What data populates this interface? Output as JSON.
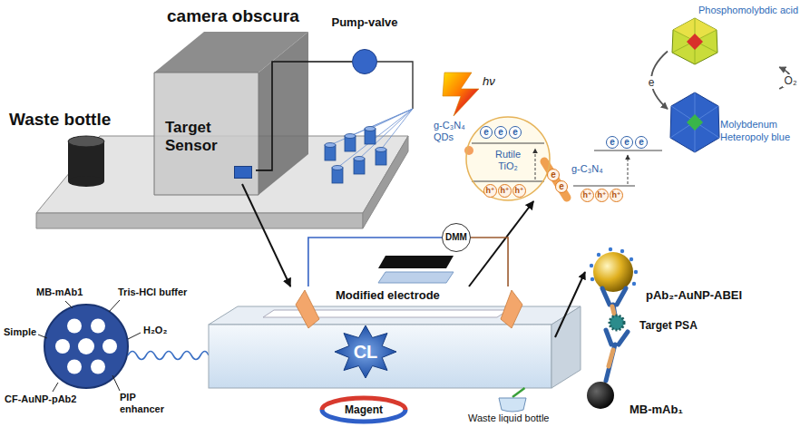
{
  "diagram": {
    "nodes": [
      {
        "text": [
          "camera obscura"
        ]
      },
      {
        "text": [
          "Target Sensor"
        ],
        "in": 0
      },
      {
        "text": [
          "Pump-valve"
        ]
      },
      {
        "text": [
          "Waste bottle"
        ]
      },
      {
        "text": [
          "Rutile TiO₂"
        ]
      },
      {
        "text": [
          "Phosphomolybdic acid"
        ]
      },
      {
        "text": [
          "Molybdenum Heteropoly blue"
        ]
      },
      {
        "text": [
          "DMM"
        ]
      },
      {
        "text": [
          "Modified electrode"
        ]
      },
      {
        "text": [
          "CL"
        ],
        "in": 8
      },
      {
        "text": [
          "Magent"
        ]
      },
      {
        "text": [
          "Waste liquid bottle"
        ]
      }
    ],
    "edges": [
      {
        "from": 2,
        "to": 1,
        "arrow": "none"
      },
      {
        "from": 1,
        "to": 8,
        "arrow": "to"
      },
      {
        "from": 8,
        "to": 4,
        "arrow": "to"
      },
      {
        "from": 7,
        "to": 8,
        "arrow": "none"
      },
      {
        "from": 7,
        "to": 8,
        "arrow": "none"
      },
      {
        "from": 8,
        "to": 11,
        "arrow": "none"
      },
      {
        "from": 5,
        "to": 6,
        "label": "e",
        "arrow": "to"
      },
      {
        "from": 6,
        "to": 5,
        "label": "O₂",
        "arrow": "to"
      }
    ],
    "labels": [
      "hν",
      "g-C₃N₄ QDs",
      "g-C₃N₄",
      "e",
      "e",
      "e",
      "h⁺",
      "h⁺",
      "h⁺",
      "e",
      "e",
      "e",
      "e",
      "e",
      "h⁺",
      "h⁺",
      "h⁺",
      "MB-mAb1",
      "Tris-HCl buffer",
      "Simple",
      "H₂O₂",
      "CF-AuNP-pAb2",
      "PIP enhancer",
      "pAb₂-AuNP-ABEI",
      "Target PSA",
      "MB-mAb₁"
    ]
  }
}
